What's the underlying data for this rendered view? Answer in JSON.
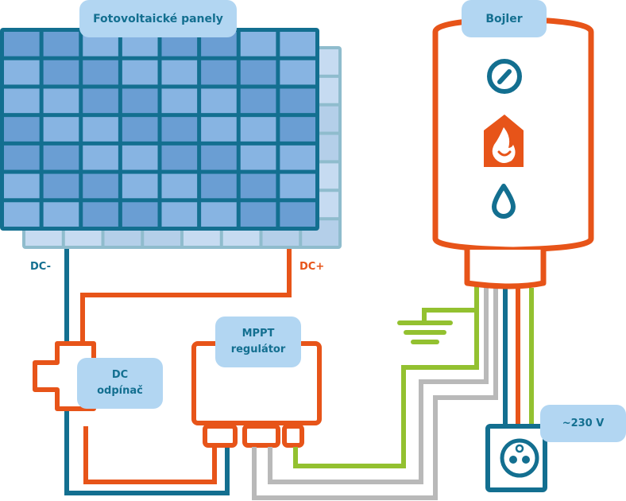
{
  "labels": {
    "panels": "Fotovoltaické panely",
    "boiler": "Bojler",
    "dc_switch_line1": "DC",
    "dc_switch_line2": "odpínač",
    "mppt_line1": "MPPT",
    "mppt_line2": "regulátor",
    "voltage": "~230 V",
    "dc_minus": "DC-",
    "dc_plus": "DC+"
  },
  "icons": {
    "boiler_top": "thermometer-gauge-icon",
    "boiler_middle": "flame-house-icon",
    "boiler_bottom": "water-drop-icon",
    "ground": "ground-symbol-icon",
    "socket": "power-socket-icon"
  },
  "colors": {
    "dc_negative": "#136f90",
    "dc_positive": "#e75419",
    "earth": "#93c130",
    "neutral_gray": "#b9b9b9",
    "label_bg": "#b2d6f2",
    "panel_frame": "#136f90",
    "panel_cell_dark": "#6a9ed3",
    "panel_cell_light": "#87b4e2"
  }
}
